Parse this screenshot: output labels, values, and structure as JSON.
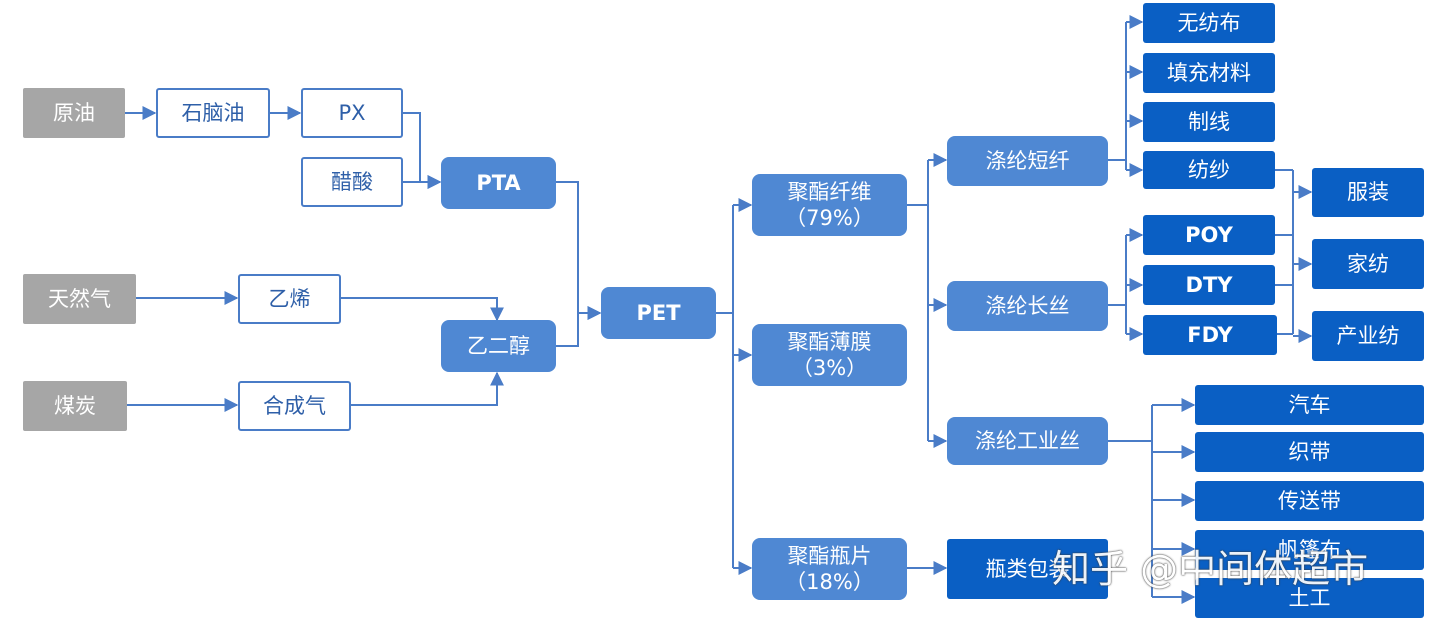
{
  "nodes": {
    "crude_oil": "原油",
    "natural_gas": "天然气",
    "coal": "煤炭",
    "naphtha": "石脑油",
    "px": "PX",
    "acetic_acid": "醋酸",
    "ethylene": "乙烯",
    "syngas": "合成气",
    "pta": "PTA",
    "ethylene_glycol": "乙二醇",
    "pet": "PET",
    "polyester_fiber": {
      "name": "聚酯纤维",
      "share": "（79%）"
    },
    "polyester_film": {
      "name": "聚酯薄膜",
      "share": "（3%）"
    },
    "polyester_chip": {
      "name": "聚酯瓶片",
      "share": "（18%）"
    },
    "staple_fiber": "涤纶短纤",
    "filament": "涤纶长丝",
    "industrial_yarn": "涤纶工业丝",
    "bottles": "瓶类包装",
    "nonwoven": "无纺布",
    "filling": "填充材料",
    "thread": "制线",
    "spinning": "纺纱",
    "poy": "POY",
    "dty": "DTY",
    "fdy": "FDY",
    "apparel": "服装",
    "home_textile": "家纺",
    "industrial_textile": "产业纺",
    "automobile": "汽车",
    "webbing": "织带",
    "conveyor_belt": "传送带",
    "canvas": "帆篷布",
    "geotextile": "土工"
  },
  "watermark": "知乎 @中间体超市",
  "colors": {
    "raw_material_gray": "#a6a6a6",
    "outline_blue": "#4a7cc7",
    "mid_blue": "#4f88d3",
    "dark_blue": "#0a5fc4",
    "arrow_blue": "#4a7cc7"
  }
}
